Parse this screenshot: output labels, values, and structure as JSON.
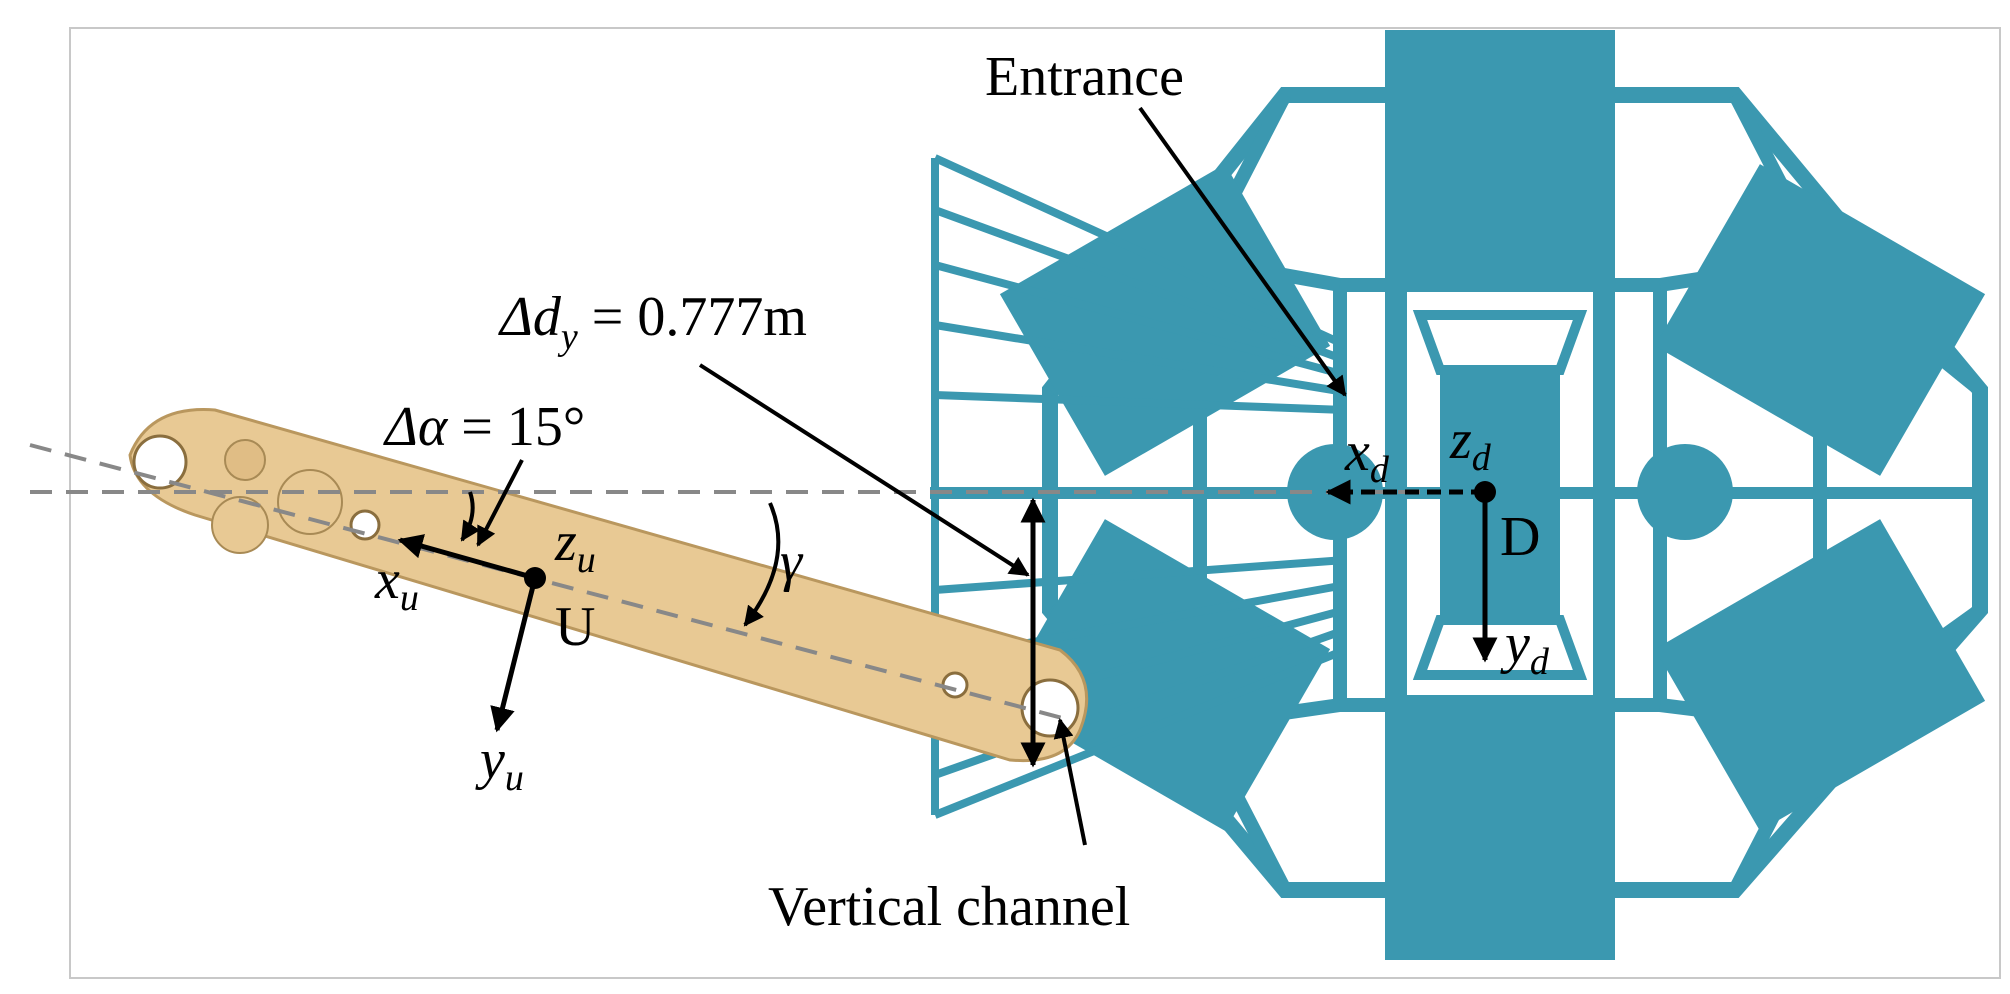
{
  "labels": {
    "entrance": "Entrance",
    "vertical_channel": "Vertical channel",
    "delta_dy": "Δd",
    "delta_dy_sub": "y",
    "delta_dy_value": " = 0.777m",
    "delta_alpha": "Δα",
    "delta_alpha_value": " = 15°",
    "gamma": "γ",
    "point_u": "U",
    "point_d": "D",
    "x_u": "x",
    "x_u_sub": "u",
    "y_u": "y",
    "y_u_sub": "u",
    "z_u": "z",
    "z_u_sub": "u",
    "x_d": "x",
    "x_d_sub": "d",
    "y_d": "y",
    "y_d_sub": "d",
    "z_d": "z",
    "z_d_sub": "d"
  },
  "colors": {
    "frame": "#3b98b0",
    "frame_dark": "#2d7f95",
    "arm": "#e8c994",
    "arm_edge": "#b9975e",
    "axis": "#000000",
    "dash": "#888888",
    "border": "#c8c8c8"
  }
}
